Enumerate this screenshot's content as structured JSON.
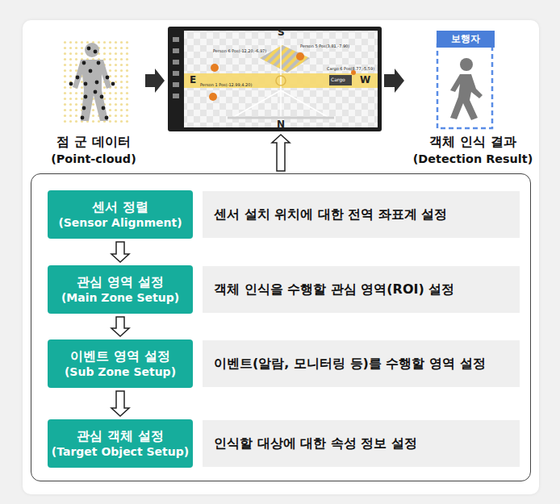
{
  "diagram": {
    "nodes": [
      {
        "text": [
          "점 군 데이터",
          "(Point-cloud)"
        ]
      },
      {
        "text": [
          "S",
          "Person 6 Pos(-12.20,-6.97)",
          "Person 5 Pos(3.81,-7.90)",
          "E",
          "Cargo 6 Pos(8.77,-5.59)",
          "Cargo",
          "W",
          "Person 1 Pos(-12.99,4.20)",
          "N"
        ]
      },
      {
        "text": [
          "보행자",
          "객체 인식 결과",
          "(Detection Result)"
        ]
      },
      {
        "text": []
      },
      {
        "text": [
          "센서 정렬",
          "(Sensor Alignment)"
        ],
        "in": 3
      },
      {
        "text": [
          "센서 설치 위치에 대한 전역 좌표계 설정"
        ],
        "in": 3
      },
      {
        "text": [
          "관심 영역 설정",
          "(Main Zone Setup)"
        ],
        "in": 3
      },
      {
        "text": [
          "객체 인식을 수행할 관심 영역(ROI) 설정"
        ],
        "in": 3
      },
      {
        "text": [
          "이벤트 영역 설정",
          "(Sub Zone Setup)"
        ],
        "in": 3
      },
      {
        "text": [
          "이벤트(알람, 모니터링 등)를 수행할 영역 설정"
        ],
        "in": 3
      },
      {
        "text": [
          "관심 객체 설정",
          "(Target Object Setup)"
        ],
        "in": 3
      },
      {
        "text": [
          "인식할 대상에 대한 속성 정보 설정"
        ],
        "in": 3
      }
    ],
    "edges": [
      {
        "from": 0,
        "to": 1,
        "arrow": "to"
      },
      {
        "from": 1,
        "to": 2,
        "arrow": "to"
      },
      {
        "from": 3,
        "to": 1,
        "arrow": "to"
      },
      {
        "from": 4,
        "to": 6,
        "arrow": "to"
      },
      {
        "from": 6,
        "to": 8,
        "arrow": "to"
      },
      {
        "from": 8,
        "to": 10,
        "arrow": "to"
      }
    ]
  }
}
